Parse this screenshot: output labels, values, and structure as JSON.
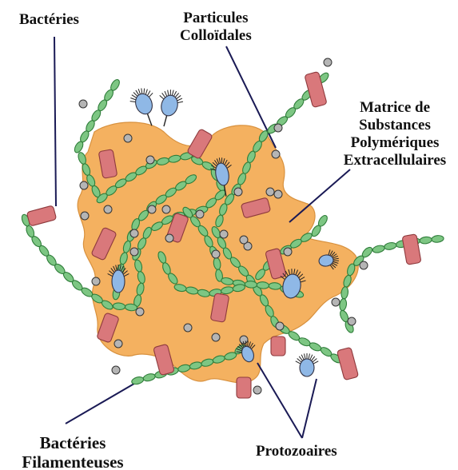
{
  "labels": {
    "bacteria": "Bactéries",
    "colloids": [
      "Particules",
      "Colloïdales"
    ],
    "matrix": [
      "Matrice de",
      "Substances",
      "Polymériques",
      "Extracellulaires"
    ],
    "filamentous": [
      "Bactéries",
      "Filamenteuses"
    ],
    "protozoa": "Protozoaires"
  },
  "colors": {
    "floc": "#f4b160",
    "floc_edge": "#d8913e",
    "filament": "#7dc683",
    "filament_edge": "#2f7d3a",
    "bacterium": "#d9787b",
    "bacterium_edge": "#8e3a3d",
    "colloid": "#b5b5b5",
    "protozoa": "#8fb8e6",
    "leader": "#1a1a55"
  }
}
